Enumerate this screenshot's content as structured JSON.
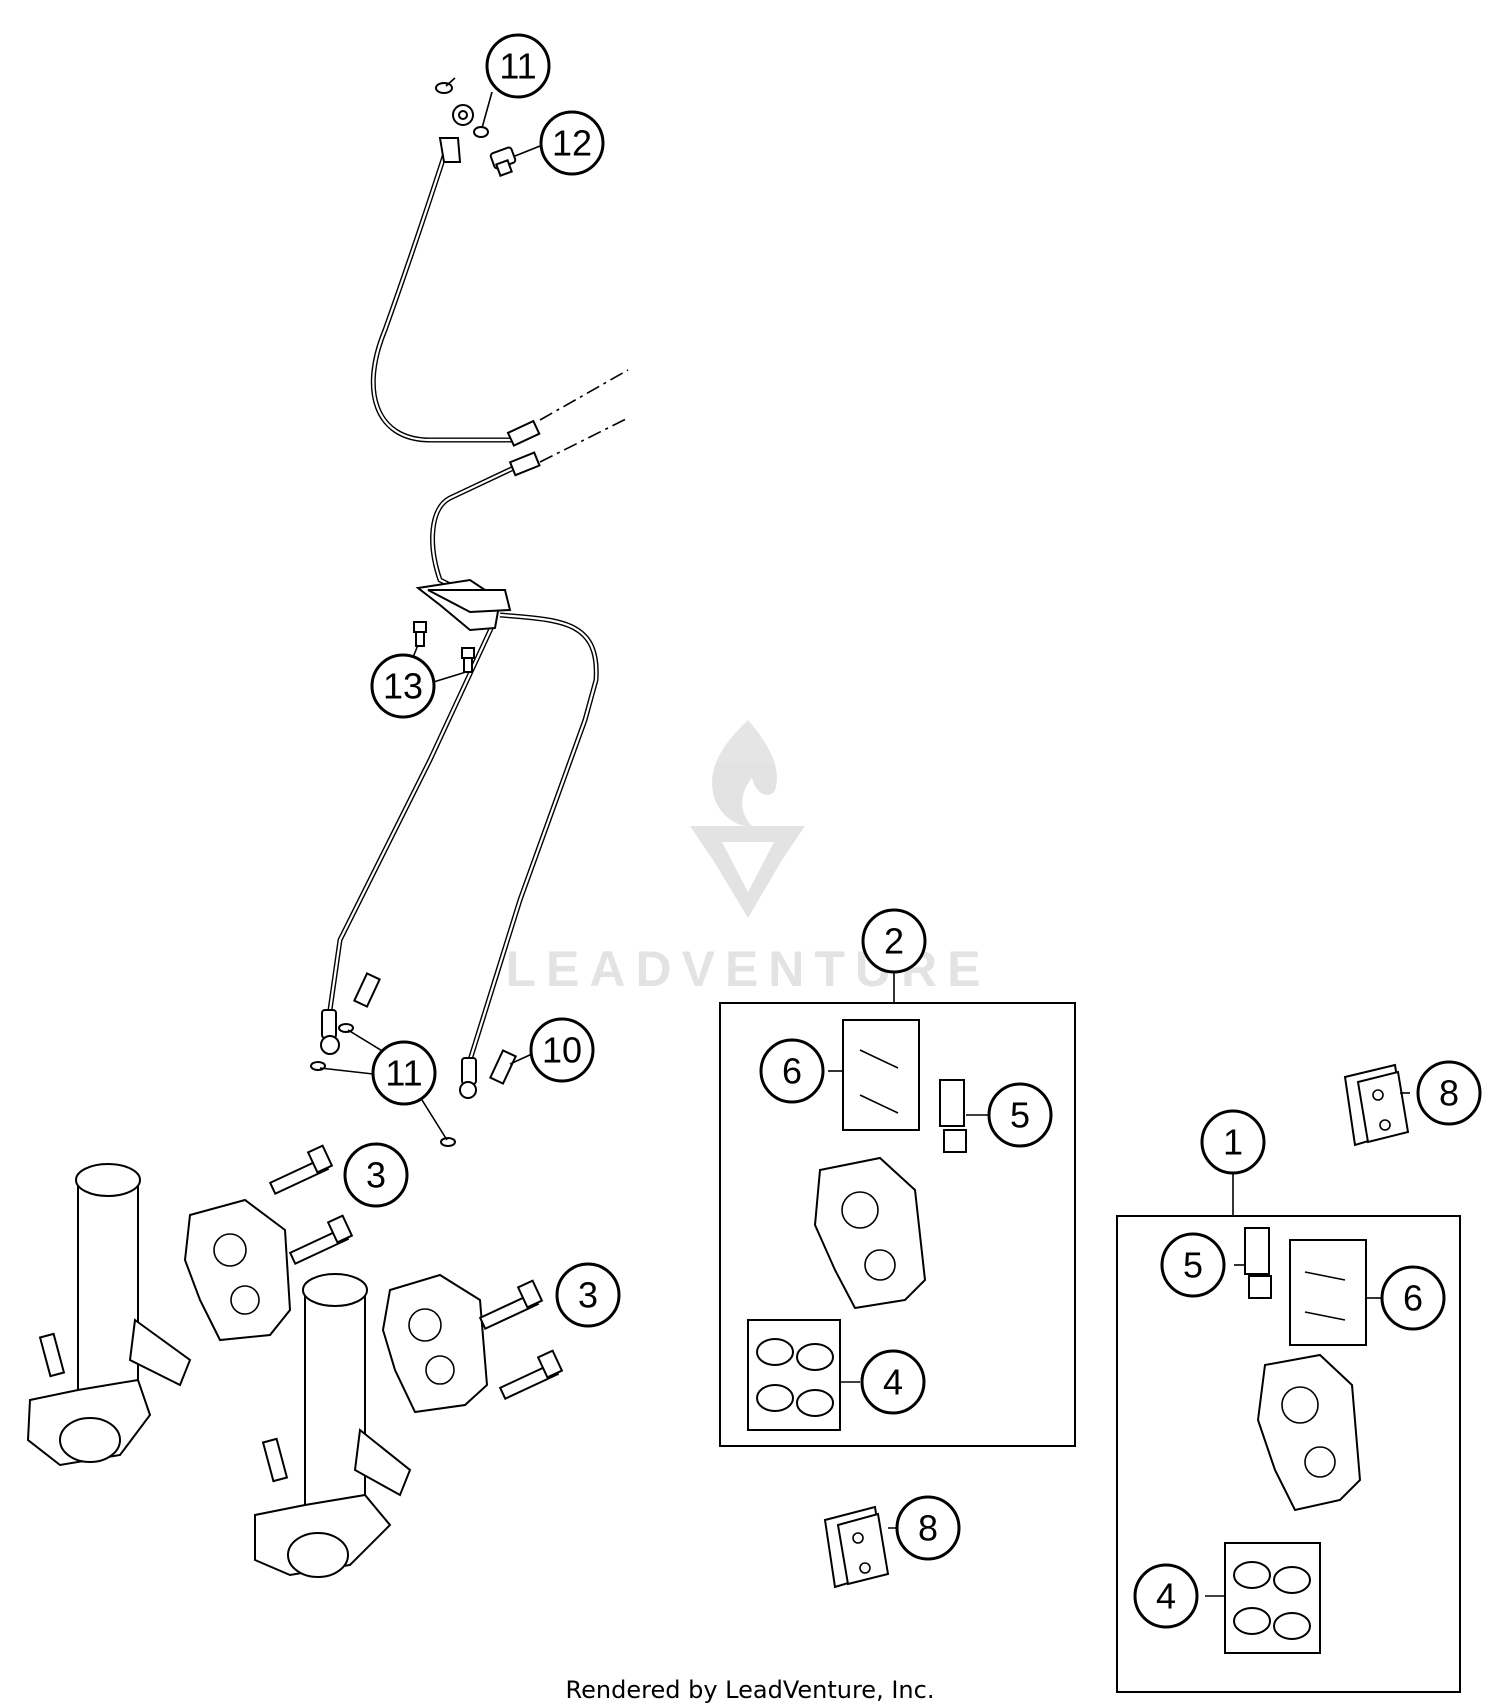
{
  "callouts": [
    {
      "id": "c11a",
      "label": "11"
    },
    {
      "id": "c12",
      "label": "12"
    },
    {
      "id": "c13",
      "label": "13"
    },
    {
      "id": "c11b",
      "label": "11"
    },
    {
      "id": "c10",
      "label": "10"
    },
    {
      "id": "c3a",
      "label": "3"
    },
    {
      "id": "c3b",
      "label": "3"
    },
    {
      "id": "c2",
      "label": "2"
    },
    {
      "id": "c6a",
      "label": "6"
    },
    {
      "id": "c5a",
      "label": "5"
    },
    {
      "id": "c4a",
      "label": "4"
    },
    {
      "id": "c8a",
      "label": "8"
    },
    {
      "id": "c8b",
      "label": "8"
    },
    {
      "id": "c1",
      "label": "1"
    },
    {
      "id": "c5b",
      "label": "5"
    },
    {
      "id": "c6b",
      "label": "6"
    },
    {
      "id": "c4b",
      "label": "4"
    }
  ],
  "watermark": {
    "text": "LEADVENTURE"
  },
  "footer": {
    "text": "Rendered by LeadVenture, Inc."
  }
}
